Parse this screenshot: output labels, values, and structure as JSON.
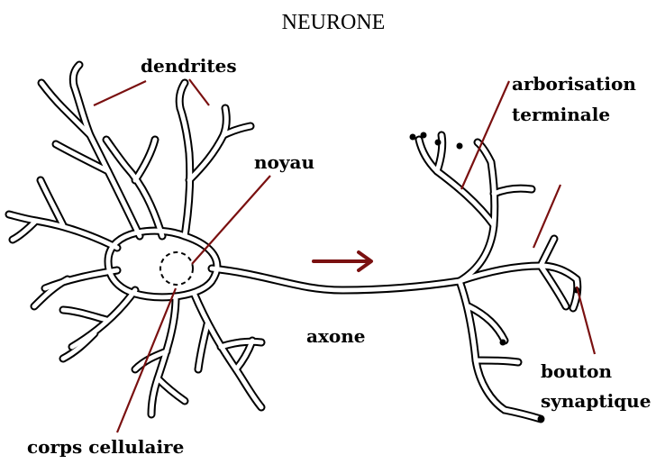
{
  "title": "NEURONE",
  "labels": {
    "dendrites": "dendrites",
    "noyau": "noyau",
    "axone": "axone",
    "corps_cellulaire": "corps cellulaire",
    "arborisation_line1": "arborisation",
    "arborisation_line2": "terminale",
    "bouton_line1": "bouton",
    "bouton_line2": "synaptique"
  },
  "colors": {
    "leader_lines": "#7a1010",
    "arrow": "#7a1010",
    "outline": "#000000"
  }
}
